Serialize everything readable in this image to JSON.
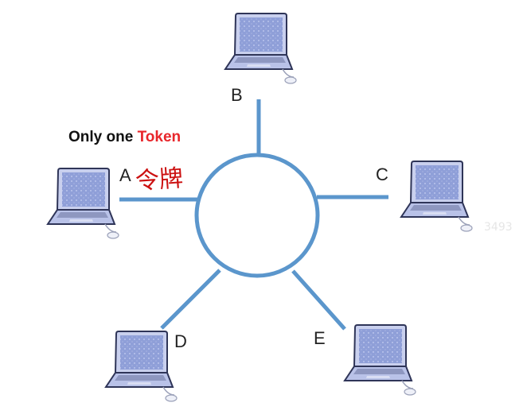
{
  "title": {
    "prefix": "Only one ",
    "highlight": "Token"
  },
  "annotation": "令牌",
  "watermark": "3493",
  "nodes": [
    {
      "id": "A",
      "label": "A"
    },
    {
      "id": "B",
      "label": "B"
    },
    {
      "id": "C",
      "label": "C"
    },
    {
      "id": "D",
      "label": "D"
    },
    {
      "id": "E",
      "label": "E"
    }
  ],
  "colors": {
    "ring": "#5b96cc",
    "highlight": "#e8262b",
    "handwriting": "#cc1111",
    "laptop_screen": "#8f9fd8",
    "laptop_body": "#b9c2e8",
    "laptop_outline": "#2f3558"
  }
}
